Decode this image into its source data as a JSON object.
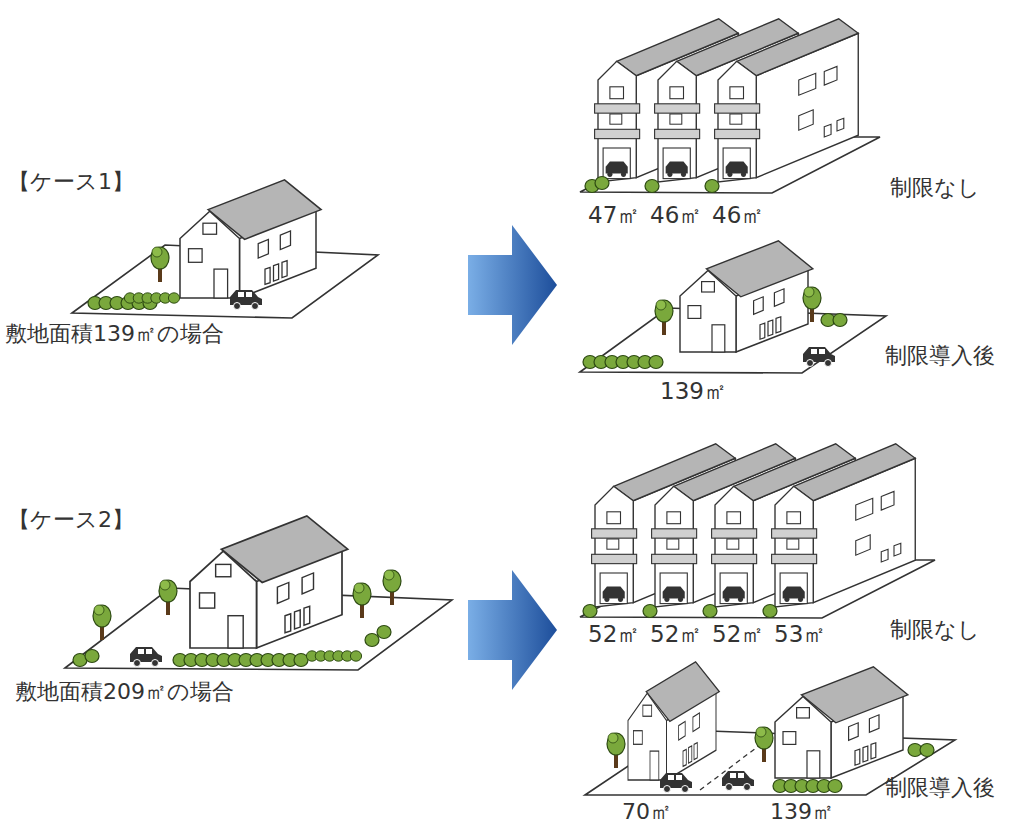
{
  "diagram": {
    "labels": [
      "【ケース1】",
      "47㎡",
      "46㎡",
      "46㎡",
      "制限なし",
      "敷地面積139㎡の場合",
      "139㎡",
      "制限導入後",
      "【ケース2】",
      "52㎡",
      "52㎡",
      "52㎡",
      "53㎡",
      "制限なし",
      "敷地面積209㎡の場合",
      "70㎡",
      "139㎡",
      "制限導入後"
    ]
  }
}
